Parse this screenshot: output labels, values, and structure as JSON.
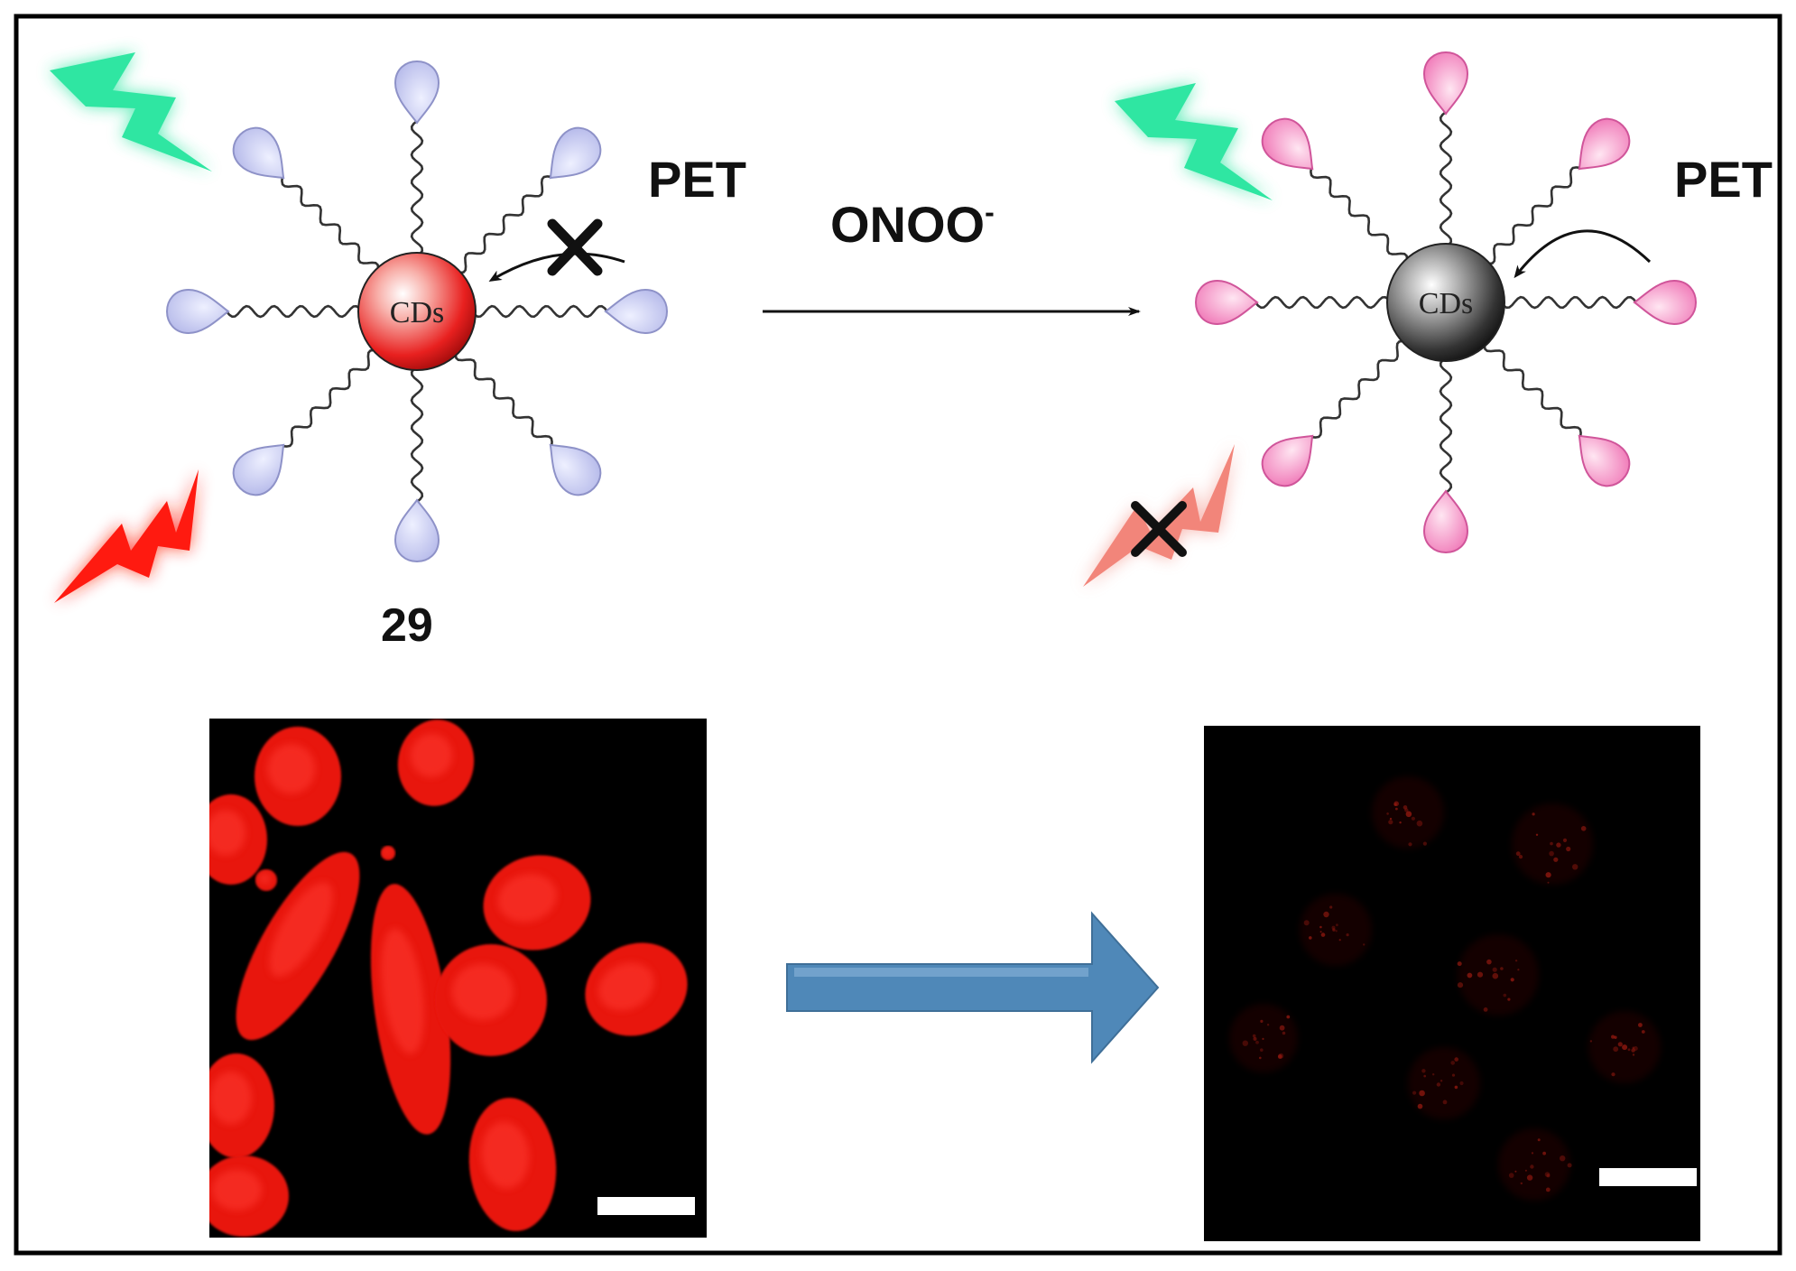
{
  "figure": {
    "compound_label": "29",
    "left_core_label": "CDs",
    "right_core_label": "CDs",
    "left_process_label": "PET",
    "right_process_label": "PET",
    "reagent": "ONOO",
    "reagent_superscript": "-"
  },
  "colors": {
    "left_core": "#e8201f",
    "right_core": "#333333",
    "left_ligand": "#c5c8ec",
    "right_ligand": "#f39ac6",
    "green_bolt": "#2fe6a2",
    "red_bolt": "#ff1a10",
    "faded_red_bolt": "#f2857a",
    "big_arrow": "#4f88b8",
    "cell_fluorescence": "#ff1010",
    "micrograph_background": "#000000"
  },
  "micrographs": {
    "before": "bright red fluorescent cells",
    "after": "quenched dark image"
  }
}
